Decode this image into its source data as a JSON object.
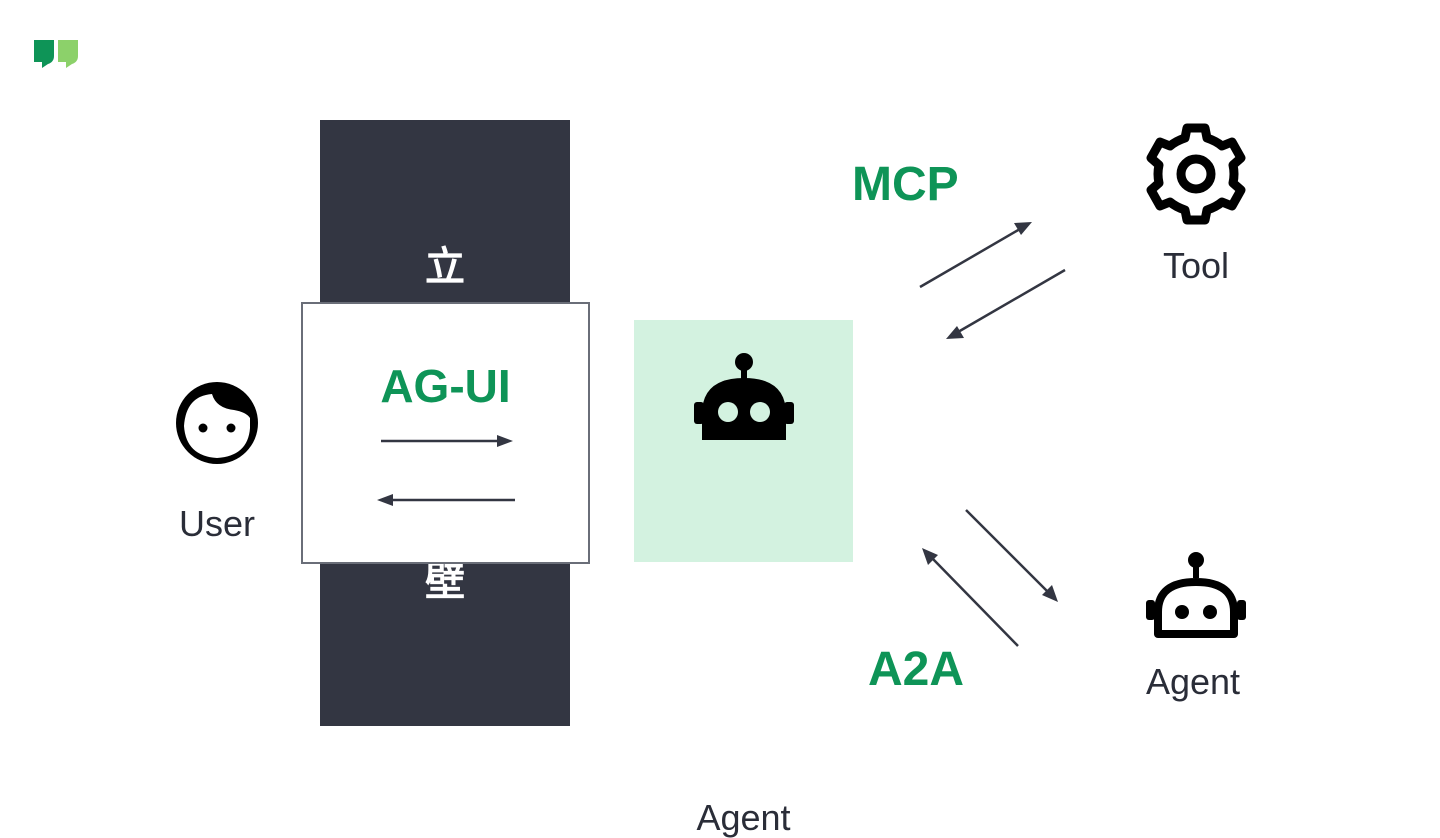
{
  "wall": {
    "top_char": "立",
    "bottom_char": "壁",
    "color": "#333642"
  },
  "agui": {
    "title": "AG-UI"
  },
  "protocols": {
    "mcp": "MCP",
    "a2a": "A2A",
    "color": "#0e9457"
  },
  "nodes": {
    "user": {
      "label": "User",
      "icon": "face-icon"
    },
    "agent": {
      "label": "Agent",
      "icon": "robot-icon",
      "bg": "#d3f2e0"
    },
    "tool": {
      "label": "Tool",
      "icon": "gear-icon"
    },
    "remote_agent": {
      "label": "Agent",
      "icon": "robot-outline-icon"
    }
  }
}
